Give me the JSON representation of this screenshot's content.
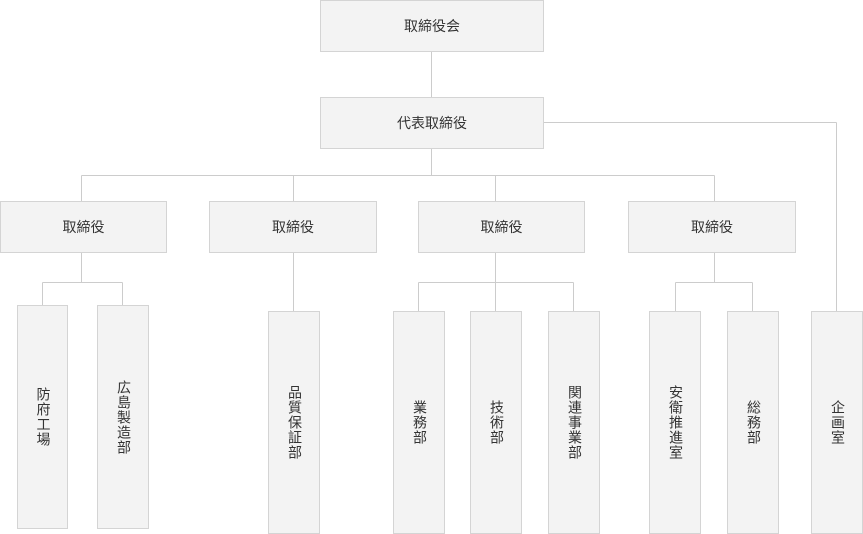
{
  "board": "取締役会",
  "president": "代表取締役",
  "directors": [
    "取締役",
    "取締役",
    "取締役",
    "取締役"
  ],
  "departments": {
    "hofu_factory": "防府工場",
    "hiroshima_manufacturing": "広島製造部",
    "quality_assurance": "品質保証部",
    "business": "業務部",
    "technology": "技術部",
    "related_business": "関連事業部",
    "safety_hygiene": "安衛推進室",
    "general_affairs": "総務部",
    "planning": "企画室"
  },
  "colors": {
    "box_fill": "#f3f3f3",
    "box_border": "#d4d4d4",
    "line": "#cccccc",
    "text": "#333333"
  }
}
